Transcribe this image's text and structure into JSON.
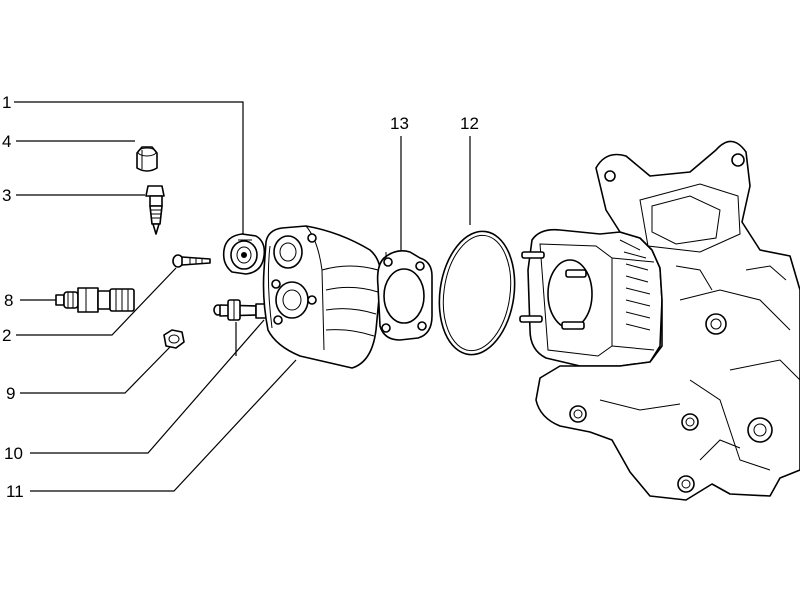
{
  "callouts": {
    "c1": "1",
    "c2": "2",
    "c3": "3",
    "c4": "4",
    "c8": "8",
    "c9": "9",
    "c10": "10",
    "c11": "11",
    "c12": "12",
    "c13": "13"
  },
  "parts": [
    {
      "number": "1",
      "name": "thermostat-housing"
    },
    {
      "number": "2",
      "name": "screw"
    },
    {
      "number": "3",
      "name": "temperature-sensor"
    },
    {
      "number": "4",
      "name": "cap-nut"
    },
    {
      "number": "8",
      "name": "spark-plug"
    },
    {
      "number": "9",
      "name": "nut"
    },
    {
      "number": "10",
      "name": "stud-bolt"
    },
    {
      "number": "11",
      "name": "cylinder-head"
    },
    {
      "number": "12",
      "name": "o-ring"
    },
    {
      "number": "13",
      "name": "head-gasket"
    }
  ]
}
